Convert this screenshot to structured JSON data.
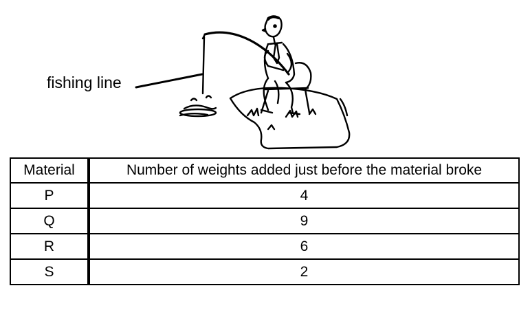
{
  "illustration": {
    "label": "fishing line"
  },
  "table": {
    "headers": [
      "Material",
      "Number of weights added just before the material broke"
    ],
    "rows": [
      [
        "P",
        "4"
      ],
      [
        "Q",
        "9"
      ],
      [
        "R",
        "6"
      ],
      [
        "S",
        "2"
      ]
    ]
  }
}
